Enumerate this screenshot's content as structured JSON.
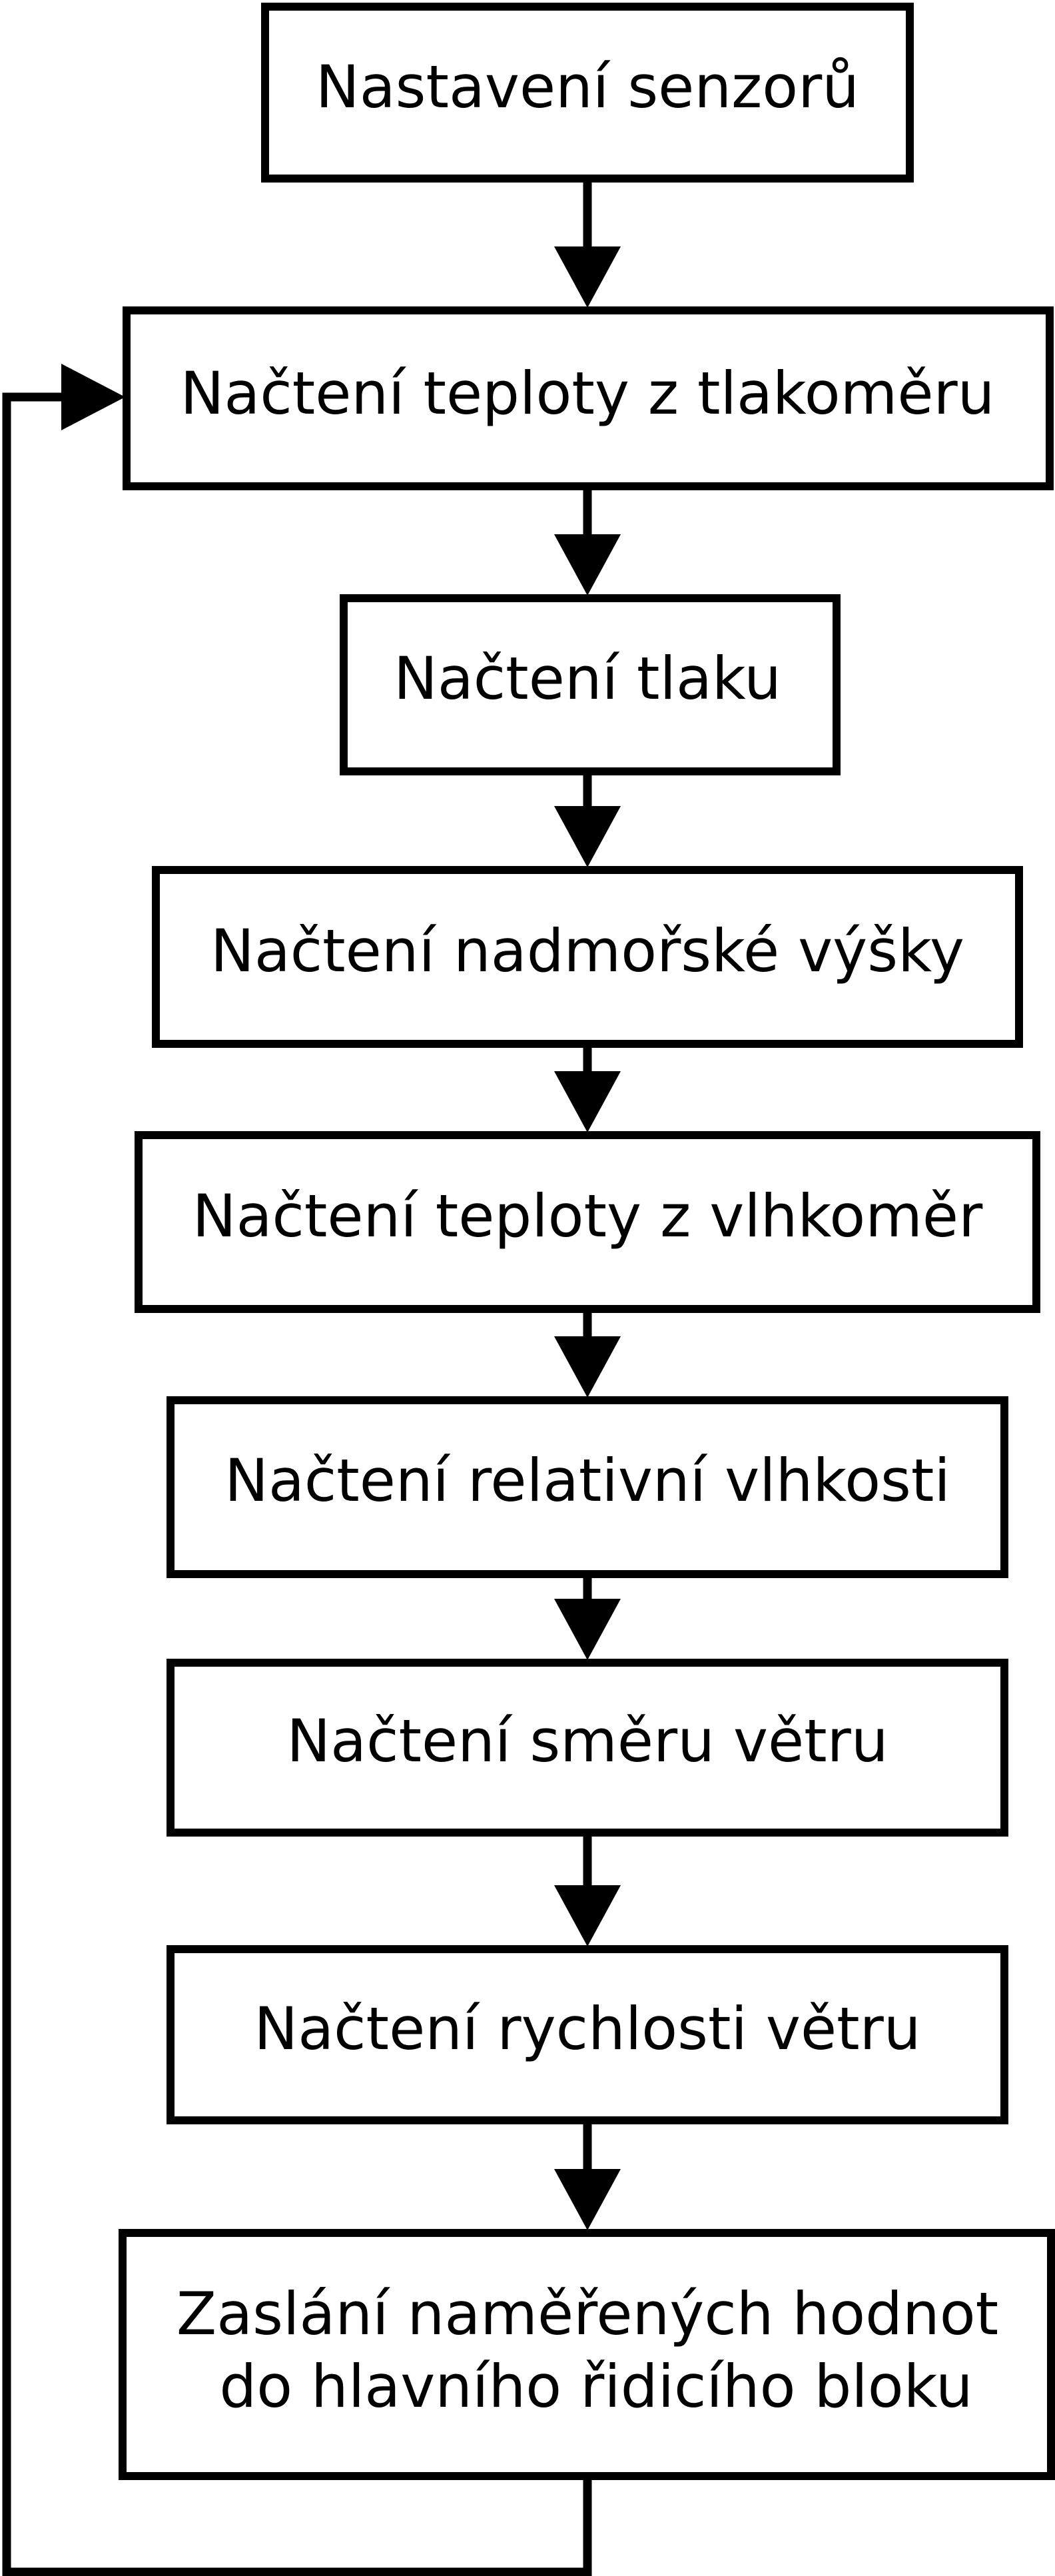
{
  "flowchart": {
    "steps": [
      {
        "label": "Nastavení senzorů"
      },
      {
        "label": "Načtení teploty z tlakoměru"
      },
      {
        "label": "Načtení tlaku"
      },
      {
        "label": "Načtení nadmořské výšky"
      },
      {
        "label": "Načtení teploty z vlhkoměr"
      },
      {
        "label": "Načtení relativní vlhkosti"
      },
      {
        "label": "Načtení směru větru"
      },
      {
        "label": "Načtení rychlosti větru"
      },
      {
        "label_line1": "Zaslání naměřených hodnot",
        "label_line2": "do hlavního řidicího bloku"
      }
    ]
  }
}
